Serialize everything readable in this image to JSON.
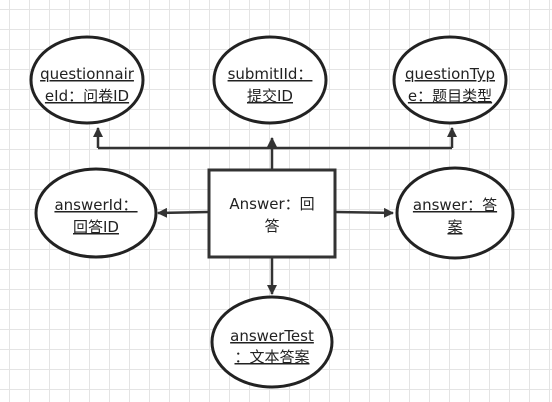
{
  "entity": {
    "line1": "Answer：回",
    "line2": "答"
  },
  "attributes": {
    "questionnaireId": {
      "line1": "questionnair",
      "line2": "eId：问卷ID"
    },
    "submitId": {
      "line1": "submitIId：",
      "line2": "提交ID"
    },
    "questionType": {
      "line1": "questionTyp",
      "line2": "e：题目类型"
    },
    "answerId": {
      "line1": "answerId：",
      "line2": "回答ID"
    },
    "answer": {
      "line1": "answer：答",
      "line2": "案"
    },
    "answerTest": {
      "line1": "answerTest",
      "line2": "：文本答案"
    }
  }
}
